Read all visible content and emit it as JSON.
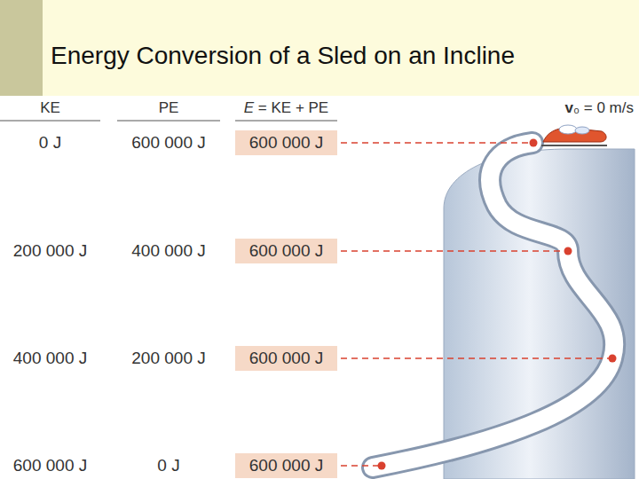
{
  "diagram": {
    "title": "Energy Conversion of a Sled on an Incline",
    "nodes": [
      {
        "text": [
          "600 000 J"
        ]
      },
      {
        "text": [
          "600 000 J"
        ]
      },
      {
        "text": [
          "600 000 J"
        ]
      },
      {
        "text": [
          "600 000 J"
        ]
      }
    ],
    "labels": [
      "KE",
      "PE",
      "E = KE + PE",
      "v₀ = 0 m/s",
      "0 J",
      "600 000 J",
      "200 000 J",
      "400 000 J",
      "400 000 J",
      "200 000 J",
      "600 000 J",
      "0 J"
    ]
  }
}
